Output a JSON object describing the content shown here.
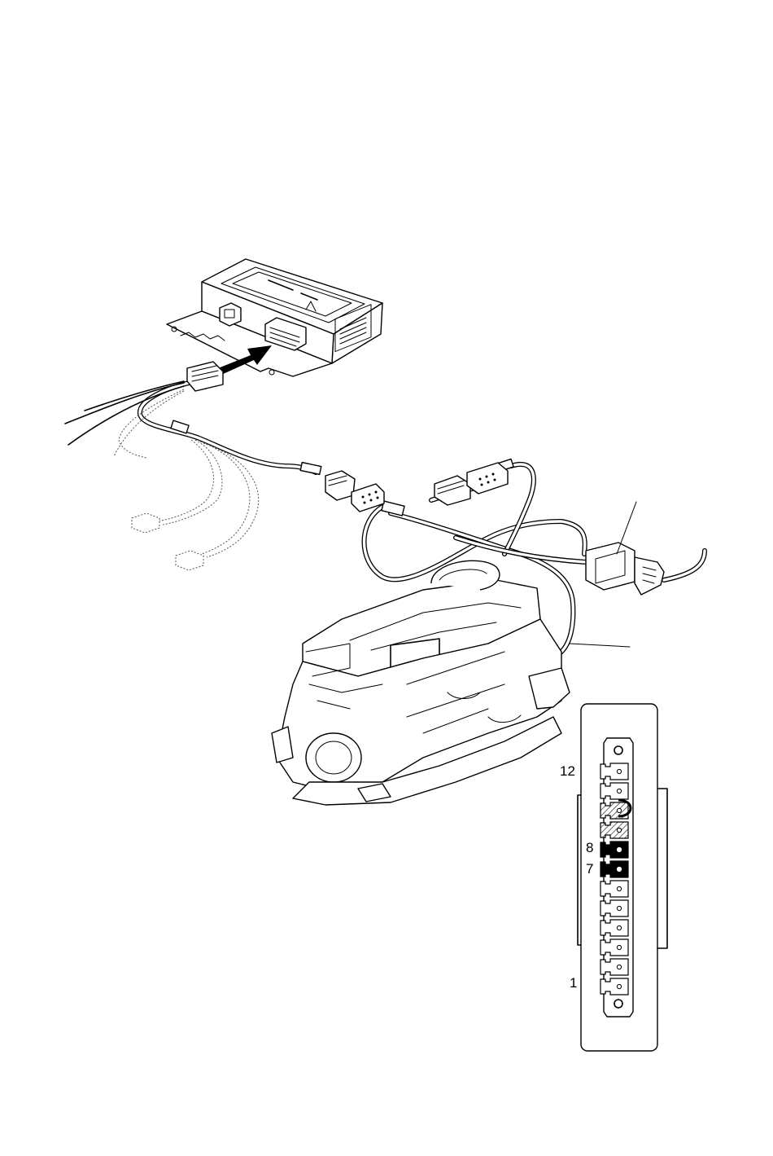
{
  "connector_pinout": {
    "pin_labels": [
      {
        "id": "pin-12",
        "text": "12"
      },
      {
        "id": "pin-8",
        "text": "8"
      },
      {
        "id": "pin-7",
        "text": "7"
      },
      {
        "id": "pin-1",
        "text": "1"
      }
    ],
    "pins": [
      {
        "number": 12,
        "state": "empty"
      },
      {
        "number": 11,
        "state": "empty"
      },
      {
        "number": 10,
        "state": "loop"
      },
      {
        "number": 9,
        "state": "hatched"
      },
      {
        "number": 8,
        "state": "filled"
      },
      {
        "number": 7,
        "state": "filled"
      },
      {
        "number": 6,
        "state": "empty"
      },
      {
        "number": 5,
        "state": "empty"
      },
      {
        "number": 4,
        "state": "empty"
      },
      {
        "number": 3,
        "state": "empty"
      },
      {
        "number": 2,
        "state": "empty"
      },
      {
        "number": 1,
        "state": "empty"
      }
    ]
  },
  "colors": {
    "line": "#000000",
    "background": "#ffffff",
    "hatch": "#555555"
  }
}
